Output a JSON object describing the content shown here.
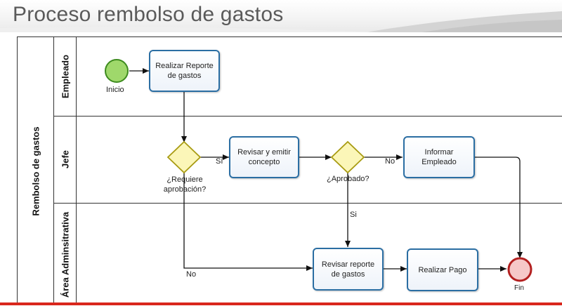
{
  "page_title": "Proceso rembolso de gastos",
  "pool": {
    "label": "Rembolso de gastos"
  },
  "lanes": [
    {
      "label": "Empleado"
    },
    {
      "label": "Jefe"
    },
    {
      "label": "Área Adminsitrativa"
    }
  ],
  "events": {
    "start": {
      "label": "Inicio"
    },
    "end": {
      "label": "Fin"
    }
  },
  "tasks": {
    "realizar_reporte": "Realizar Reporte de gastos",
    "revisar_emitir": "Revisar y emitir concepto",
    "informar_empleado": "Informar Empleado",
    "revisar_reporte": "Revisar reporte de gastos",
    "realizar_pago": "Realizar Pago"
  },
  "gateways": {
    "requiere": "¿Requiere aprobación?",
    "aprobado": "¿Aprobado?"
  },
  "flow_labels": {
    "si_requiere": "Sí",
    "no_requiere": "No",
    "no_aprobado": "No",
    "si_aprobado": "Si"
  },
  "colors": {
    "task_border": "#2b6ea3",
    "start_fill": "#9fd86b",
    "start_stroke": "#3d8b1e",
    "end_fill": "#f6c8c8",
    "end_stroke": "#b32020",
    "gateway_fill": "#fbf6b8",
    "gateway_stroke": "#a89b12",
    "accent_bar": "#d9261c"
  }
}
